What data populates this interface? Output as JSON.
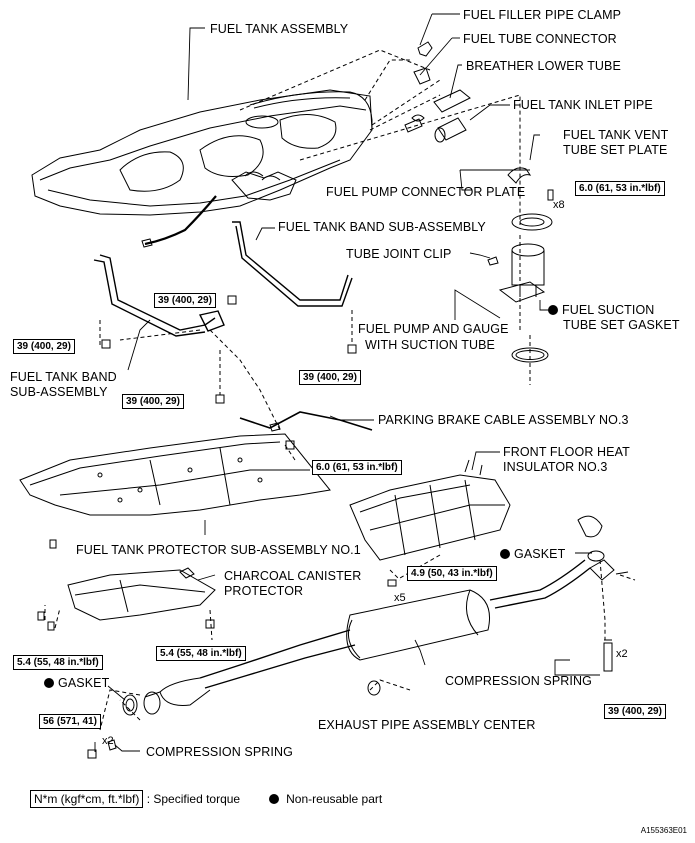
{
  "labels": {
    "fuel_filler_pipe_clamp": "FUEL FILLER PIPE CLAMP",
    "fuel_tank_assembly": "FUEL TANK ASSEMBLY",
    "fuel_tube_connector": "FUEL TUBE CONNECTOR",
    "breather_lower_tube": "BREATHER LOWER TUBE",
    "fuel_tank_inlet_pipe": "FUEL TANK INLET PIPE",
    "fuel_tank_vent_1": "FUEL TANK VENT",
    "fuel_tank_vent_2": "TUBE SET PLATE",
    "fuel_pump_connector_plate": "FUEL PUMP CONNECTOR PLATE",
    "fuel_tank_band_sub_assembly_top": "FUEL TANK BAND SUB-ASSEMBLY",
    "tube_joint_clip": "TUBE JOINT CLIP",
    "fuel_suction_gasket_1": "FUEL SUCTION",
    "fuel_suction_gasket_2": "TUBE SET GASKET",
    "fuel_pump_gauge_1": "FUEL PUMP AND GAUGE",
    "fuel_pump_gauge_2": "WITH SUCTION TUBE",
    "fuel_tank_band_left_1": "FUEL TANK BAND",
    "fuel_tank_band_left_2": "SUB-ASSEMBLY",
    "parking_brake_cable": "PARKING BRAKE CABLE ASSEMBLY NO.3",
    "front_floor_heat_1": "FRONT FLOOR HEAT",
    "front_floor_heat_2": "INSULATOR NO.3",
    "fuel_tank_protector": "FUEL TANK PROTECTOR SUB-ASSEMBLY NO.1",
    "gasket_right": "GASKET",
    "charcoal_canister_1": "CHARCOAL CANISTER",
    "charcoal_canister_2": "PROTECTOR",
    "compression_spring_right": "COMPRESSION SPRING",
    "gasket_left": "GASKET",
    "exhaust_pipe_center": "EXHAUST PIPE ASSEMBLY CENTER",
    "compression_spring_left": "COMPRESSION SPRING"
  },
  "torques": {
    "t_vent_plate": "6.0 (61, 53 in.*lbf)",
    "t_band_top": "39 (400, 29)",
    "t_band_left": "39 (400, 29)",
    "t_band_right": "39 (400, 29)",
    "t_band_bottom": "39 (400, 29)",
    "t_parking": "6.0 (61, 53 in.*lbf)",
    "t_heat_insulator": "4.9 (50, 43 in.*lbf)",
    "t_canister_left": "5.4 (55, 48 in.*lbf)",
    "t_canister_right": "5.4 (55, 48 in.*lbf)",
    "t_exhaust_right": "39 (400, 29)",
    "t_exhaust_left": "56 (571, 41)"
  },
  "counts": {
    "x8": "x8",
    "x5": "x5",
    "x2_right": "x2",
    "x2_left": "x2"
  },
  "legend": {
    "torque_box": "N*m (kgf*cm, ft.*lbf)",
    "torque_text": ": Specified torque",
    "nonreusable": "Non-reusable part"
  },
  "figure_code": "A155363E01"
}
